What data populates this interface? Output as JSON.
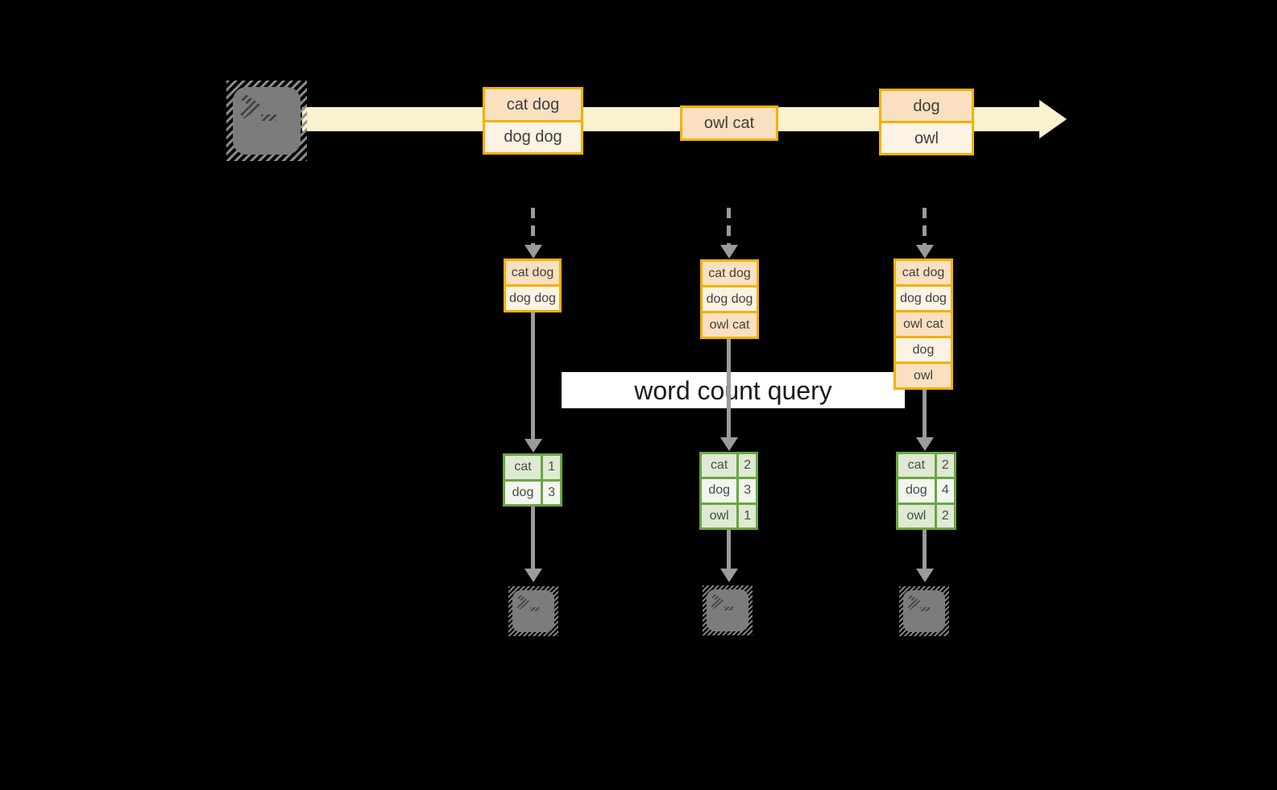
{
  "query_label": "word count query",
  "icons": {
    "terminal": ">_"
  },
  "stream": {
    "events": [
      {
        "rows": [
          "cat dog",
          "dog dog"
        ]
      },
      {
        "rows": [
          "owl cat"
        ]
      },
      {
        "rows": [
          "dog",
          "owl"
        ]
      }
    ]
  },
  "pipelines": [
    {
      "buffer": [
        "cat dog",
        "dog dog"
      ],
      "counts": [
        {
          "word": "cat",
          "count": "1"
        },
        {
          "word": "dog",
          "count": "3"
        }
      ]
    },
    {
      "buffer": [
        "cat dog",
        "dog dog",
        "owl cat"
      ],
      "counts": [
        {
          "word": "cat",
          "count": "2"
        },
        {
          "word": "dog",
          "count": "3"
        },
        {
          "word": "owl",
          "count": "1"
        }
      ]
    },
    {
      "buffer": [
        "cat dog",
        "dog dog",
        "owl cat",
        "dog",
        "owl"
      ],
      "counts": [
        {
          "word": "cat",
          "count": "2"
        },
        {
          "word": "dog",
          "count": "4"
        },
        {
          "word": "owl",
          "count": "2"
        }
      ]
    }
  ],
  "colors": {
    "background": "#000000",
    "stream_band": "#FAF1CE",
    "amber_border": "#F2B100",
    "cell_peach": "#FAE0C1",
    "cell_cream": "#FDF3E4",
    "green_border": "#6AA546",
    "green_light": "#DEEAD2",
    "green_lighter": "#F2F6ED",
    "arrow_gray": "#9B9B9B",
    "terminal_gray": "#7C7C7C",
    "query_band_bg": "#FFFFFF",
    "text_dark": "#3F3F3F"
  }
}
